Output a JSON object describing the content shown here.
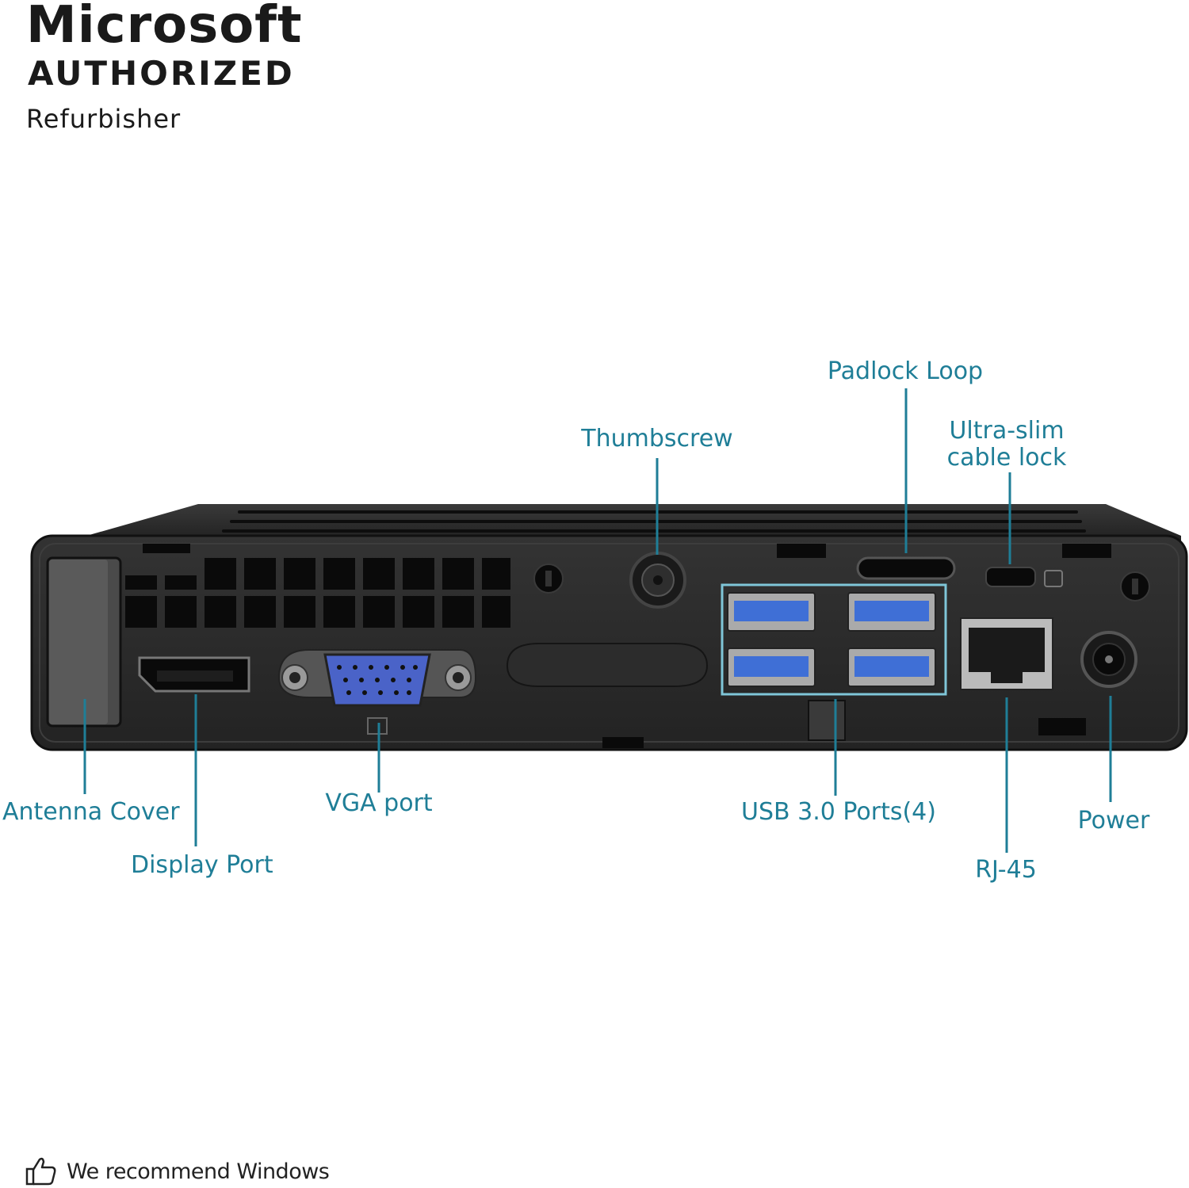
{
  "badge": {
    "brand": "Microsoft",
    "line2": "AUTHORIZED",
    "line3": "Refurbisher"
  },
  "callouts": {
    "padlock_loop": "Padlock Loop",
    "thumbscrew": "Thumbscrew",
    "ultra_slim_line1": "Ultra-slim",
    "ultra_slim_line2": "cable lock",
    "antenna_cover": "Antenna Cover",
    "display_port": "Display Port",
    "vga_port": "VGA port",
    "usb_ports": "USB 3.0 Ports(4)",
    "power": "Power",
    "rj45": "RJ-45"
  },
  "footer": {
    "text": "We recommend Windows",
    "icon": "thumbs-up-icon"
  },
  "colors": {
    "callout": "#1f7e97",
    "chassis": "#2a2a2a",
    "usb_blue": "#3f6fd6",
    "vga_blue": "#4a63c8"
  }
}
